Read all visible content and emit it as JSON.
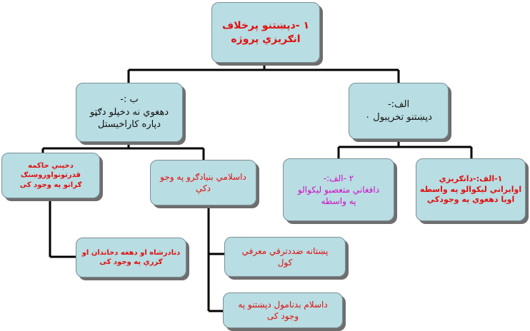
{
  "root": {
    "line1": "۱ -دپښتنو پرخلاف",
    "line2": "انګریزي پروژه"
  },
  "branch_b": {
    "line1": "ب :-",
    "line2": "دهغوي نه دخپلو دګټو",
    "line3": "دپاره کاراخیستل"
  },
  "branch_alef": {
    "line1": "الف:-",
    "line2": "دپښتنو تخریبول ۰"
  },
  "b_child_right": {
    "line1": "داسلامي بنیادګرو په وجو",
    "line2": "دکې"
  },
  "b_child_left": {
    "line1": "دخپني حاکمه قدرتونواوروښنګ",
    "line2": "ګرانو په وجود کی"
  },
  "sub_left": {
    "line1": "دنادرشاه او دهغه دخاندان او",
    "line2": "ګررې په وجود کی"
  },
  "sub_mid_1": {
    "line1": "پښتانه ضددترقي معرفي",
    "line2": "کول"
  },
  "sub_mid_2": {
    "line1": "داسلام بدنامول دپښتنو په",
    "line2": "وجود کی"
  },
  "alef_2": {
    "line1": "۲ -الف:-",
    "line2": "دافغاني متعصبو لیکوالو",
    "line3": "په واسطه"
  },
  "alef_1": {
    "line1": "۱-الف:-دانګریزي",
    "line2": "اوایراني لیکوالو په واسطه",
    "line3": "اویا دهغوي په وجودکي"
  },
  "colors": {
    "box_fill": "#b8dde2",
    "red_text": "#e01010",
    "black_text": "#111111",
    "magenta_text": "#d010c8"
  }
}
